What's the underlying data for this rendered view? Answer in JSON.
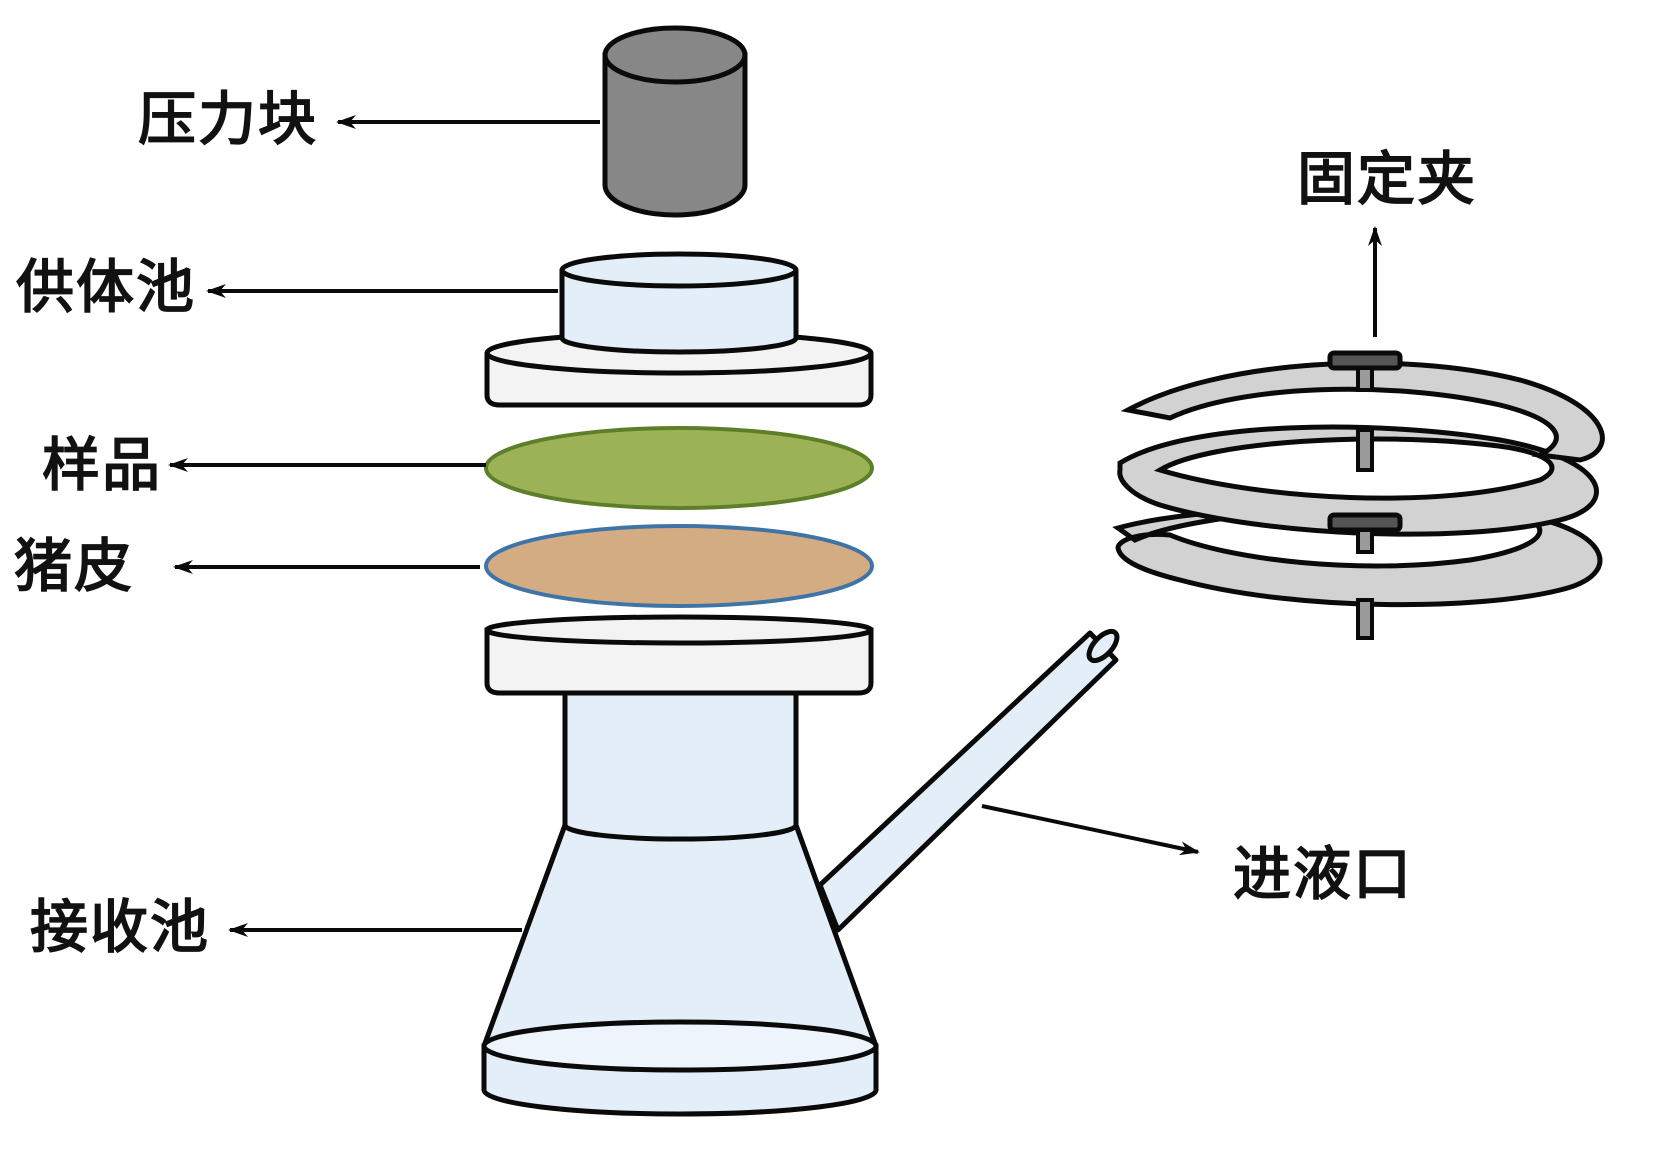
{
  "figure": {
    "type": "exploded-view apparatus diagram",
    "subject": "Franz diffusion cell assembly"
  },
  "labels": {
    "pressure_block": "压力块",
    "donor_chamber": "供体池",
    "sample": "样品",
    "pig_skin": "猪皮",
    "receptor_chamber": "接收池",
    "fixing_clip": "固定夹",
    "inlet_port": "进液口"
  },
  "colors": {
    "outline": "#0a0a0a",
    "pressure_block_fill": "#878787",
    "donor_chamber_fill": "#e3eef8",
    "flange_fill": "#f2f3f2",
    "sample_fill": "#9bb356",
    "sample_edge": "#5e7f2a",
    "pig_skin_fill": "#d4ac84",
    "pig_skin_edge": "#3f74a6",
    "receptor_fill": "#e3eef8",
    "clip_fill": "#d2d2d2",
    "label_text": "#111111"
  }
}
